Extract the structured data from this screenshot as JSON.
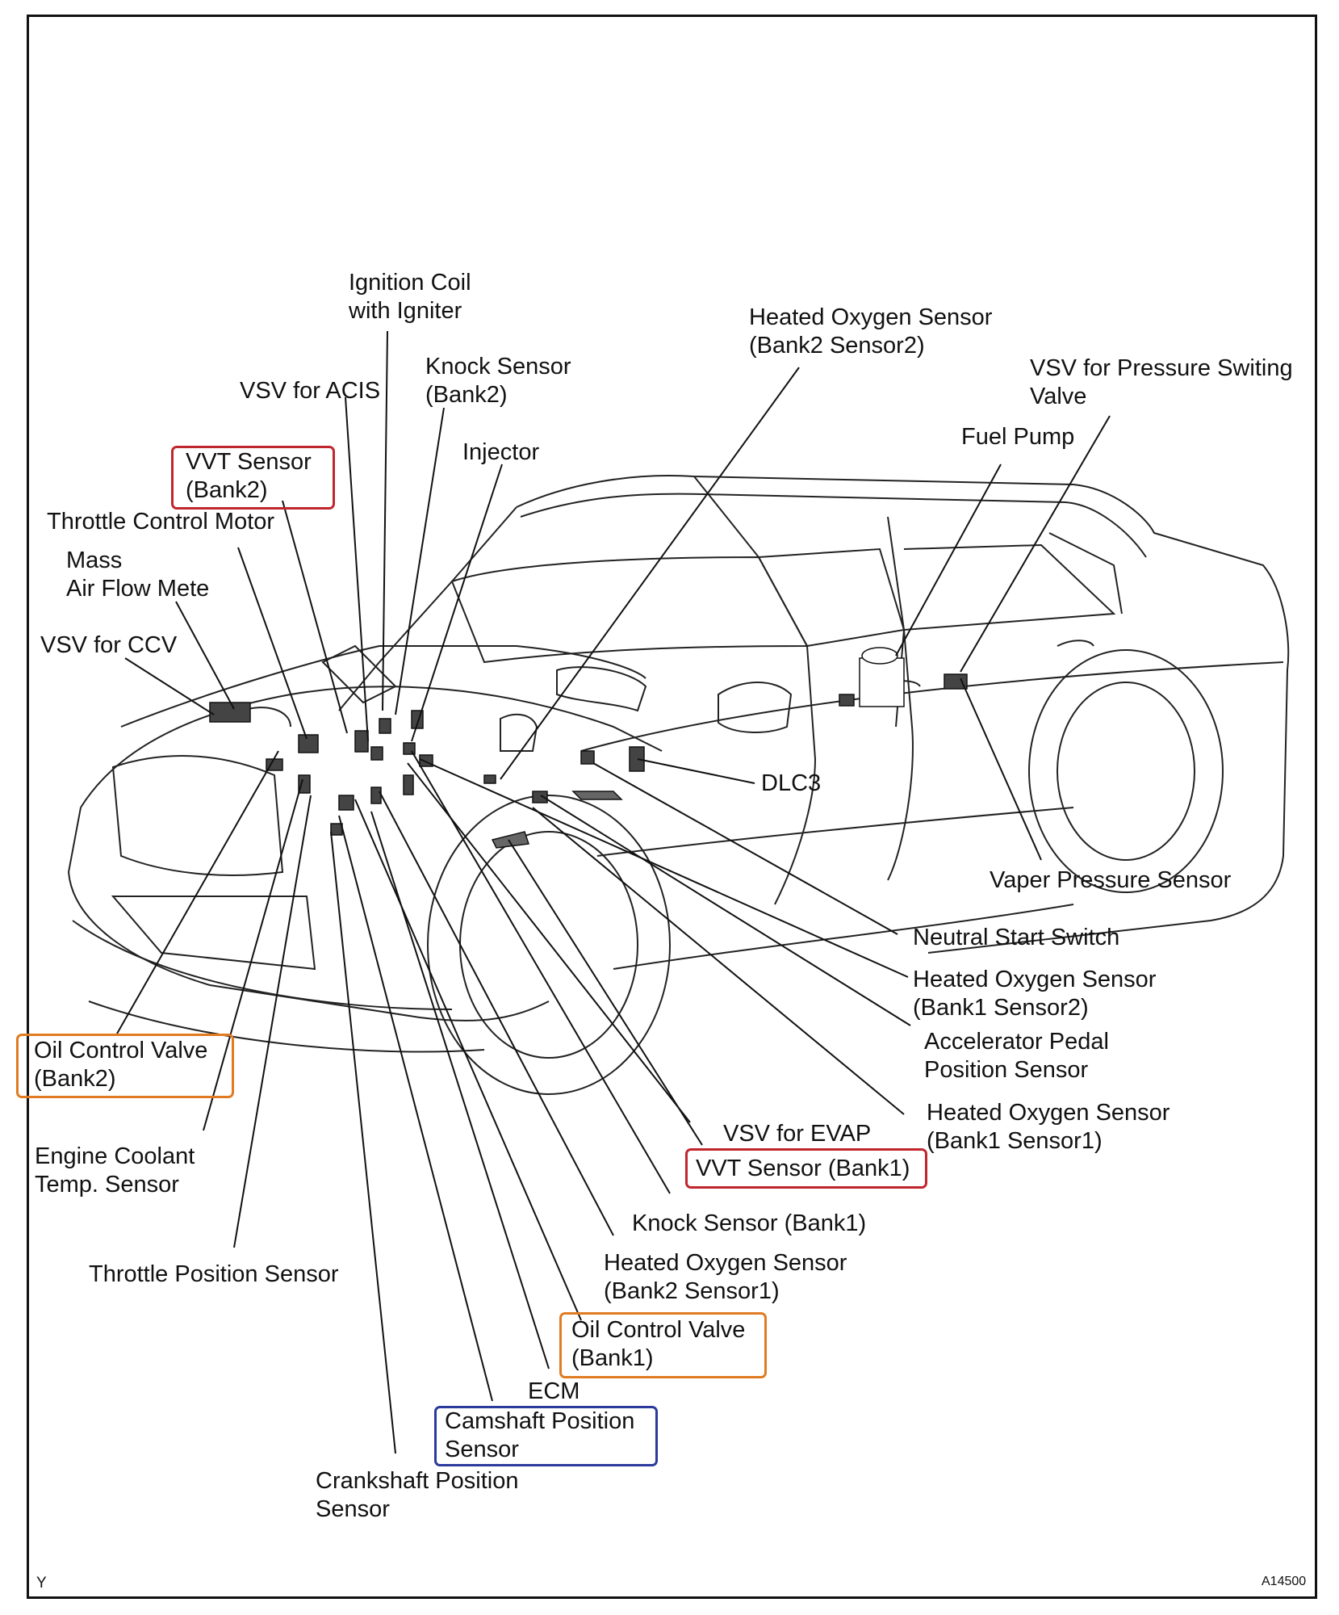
{
  "diagram": {
    "footer_left": "Y",
    "footer_right": "A14500",
    "highlight_colors": {
      "vvt": "#c0262d",
      "ocv": "#e07b22",
      "cam": "#2b3a9c"
    },
    "labels": {
      "ignition_coil": [
        "Ignition Coil",
        "with Igniter"
      ],
      "ho2_bank2_s2": [
        "Heated Oxygen Sensor",
        "(Bank2 Sensor2)"
      ],
      "vsv_pressure": [
        "VSV for Pressure Switing",
        "Valve"
      ],
      "knock_bank2": [
        "Knock Sensor",
        "(Bank2)"
      ],
      "vsv_acis": [
        "VSV for ACIS"
      ],
      "fuel_pump": [
        "Fuel Pump"
      ],
      "injector": [
        "Injector"
      ],
      "vvt_bank2": [
        "VVT Sensor",
        "(Bank2)"
      ],
      "throttle_motor": [
        "Throttle Control Motor"
      ],
      "maf": [
        "Mass",
        "Air Flow Mete"
      ],
      "vsv_ccv": [
        "VSV for CCV"
      ],
      "dlc3": [
        "DLC3"
      ],
      "vapor_pressure": [
        "Vaper Pressure Sensor"
      ],
      "neutral_start": [
        "Neutral Start Switch"
      ],
      "ho2_bank1_s2": [
        "Heated Oxygen Sensor",
        "(Bank1 Sensor2)"
      ],
      "ocv_bank2": [
        "Oil Control Valve",
        "(Bank2)"
      ],
      "accel_pedal": [
        "Accelerator Pedal",
        "Position Sensor"
      ],
      "ho2_bank1_s1": [
        "Heated Oxygen Sensor",
        "(Bank1 Sensor1)"
      ],
      "vsv_evap": [
        "VSV for EVAP"
      ],
      "vvt_bank1": [
        "VVT Sensor (Bank1)"
      ],
      "coolant_temp": [
        "Engine Coolant",
        "Temp. Sensor"
      ],
      "knock_bank1": [
        "Knock Sensor (Bank1)"
      ],
      "ho2_bank2_s1": [
        "Heated Oxygen Sensor",
        "(Bank2 Sensor1)"
      ],
      "throttle_pos": [
        "Throttle Position Sensor"
      ],
      "ocv_bank1": [
        "Oil Control Valve",
        "(Bank1)"
      ],
      "ecm": [
        "ECM"
      ],
      "cam_pos": [
        "Camshaft Position",
        "Sensor"
      ],
      "crank_pos": [
        "Crankshaft Position",
        "Sensor"
      ]
    }
  }
}
